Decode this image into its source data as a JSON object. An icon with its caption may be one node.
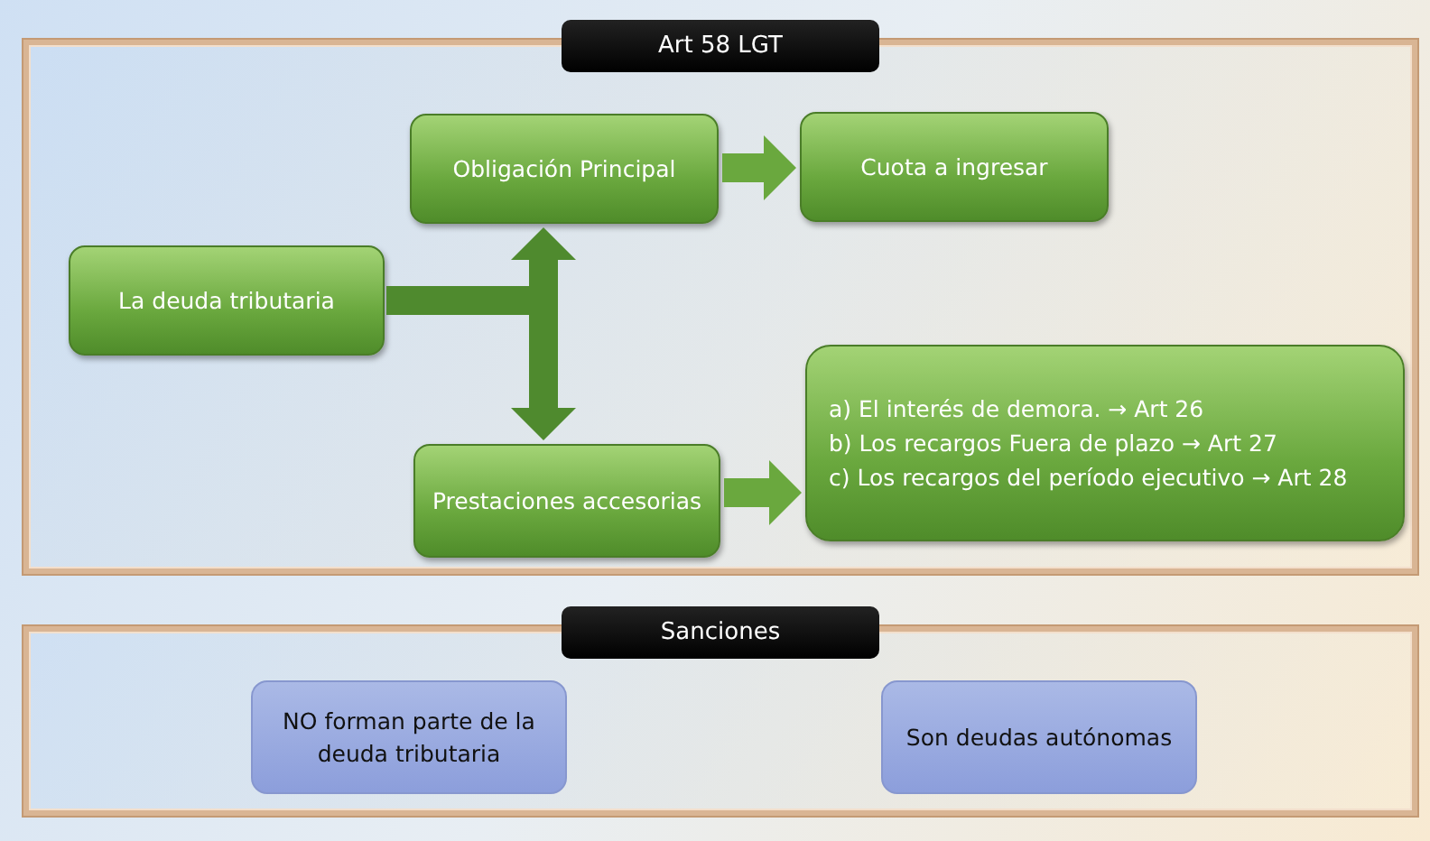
{
  "diagram": {
    "nodes": [
      {
        "text": [
          "Art 58 LGT"
        ]
      },
      {
        "text": [
          "La deuda tributaria"
        ],
        "in": 0
      },
      {
        "text": [
          "Obligación Principal"
        ],
        "in": 0
      },
      {
        "text": [
          "Cuota a ingresar"
        ],
        "in": 0
      },
      {
        "text": [
          "Prestaciones accesorias"
        ],
        "in": 0
      },
      {
        "text": [
          "a) El interés de demora. → Art 26",
          "b) Los recargos Fuera de plazo → Art 27",
          "c) Los recargos del período ejecutivo → Art 28"
        ],
        "in": 0
      },
      {
        "text": [
          "Sanciones"
        ]
      },
      {
        "text": [
          "NO forman parte de la deuda tributaria"
        ],
        "in": 6
      },
      {
        "text": [
          "Son deudas autónomas"
        ],
        "in": 6
      }
    ],
    "edges": [
      {
        "from": 1,
        "to": 2,
        "arrow": "to"
      },
      {
        "from": 1,
        "to": 4,
        "arrow": "to"
      },
      {
        "from": 2,
        "to": 3,
        "arrow": "to"
      },
      {
        "from": 4,
        "to": 5,
        "arrow": "to"
      }
    ]
  }
}
